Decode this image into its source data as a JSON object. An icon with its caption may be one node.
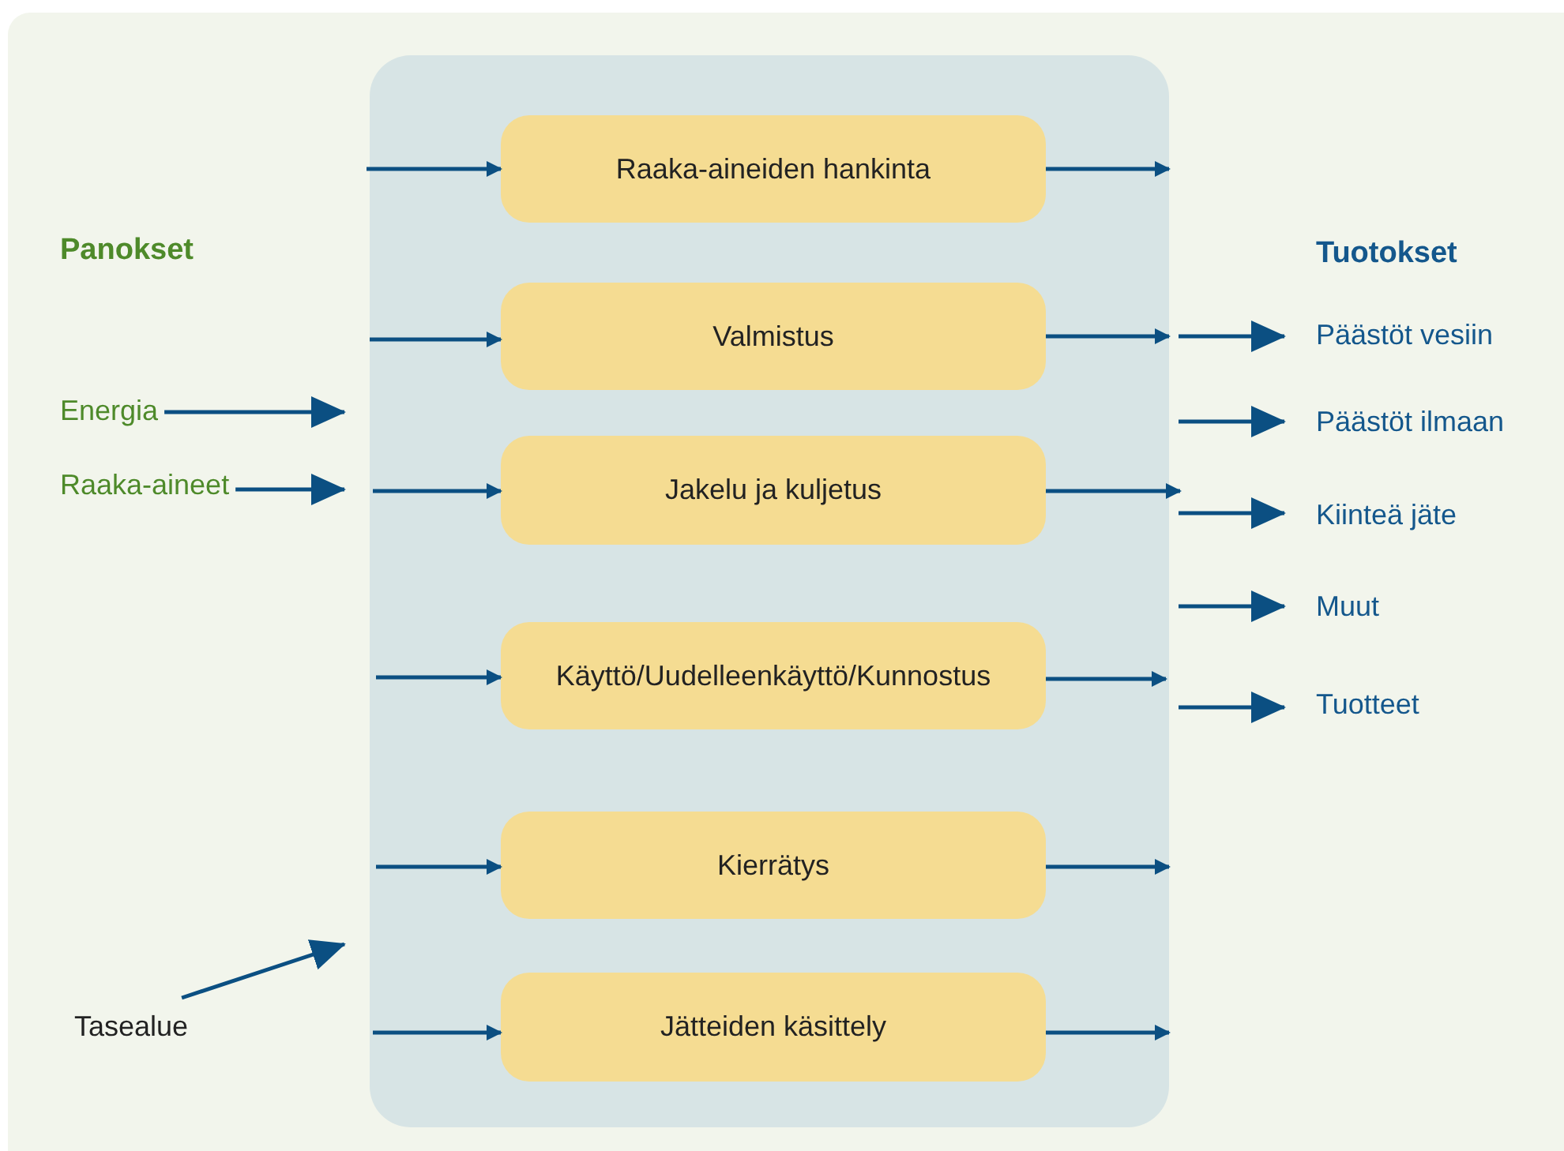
{
  "diagram": {
    "nodes": [
      {
        "text": [],
        "shape": "box"
      },
      {
        "text": [
          "Raaka-aineiden hankinta"
        ],
        "in": 0
      },
      {
        "text": [
          "Valmistus"
        ],
        "in": 0
      },
      {
        "text": [
          "Jakelu ja kuljetus"
        ],
        "in": 0
      },
      {
        "text": [
          "Käyttö/Uudelleenkäyttö/Kunnostus"
        ],
        "in": 0
      },
      {
        "text": [
          "Kierrätys"
        ],
        "in": 0
      },
      {
        "text": [
          "Jätteiden käsittely"
        ],
        "in": 0
      },
      {
        "text": [
          "Energia"
        ]
      },
      {
        "text": [
          "Raaka-aineet"
        ]
      },
      {
        "text": [
          "Tasealue"
        ]
      },
      {
        "text": [
          "Päästöt vesiin"
        ]
      },
      {
        "text": [
          "Päästöt ilmaan"
        ]
      },
      {
        "text": [
          "Kiinteä jäte"
        ]
      },
      {
        "text": [
          "Muut"
        ]
      },
      {
        "text": [
          "Tuotteet"
        ]
      }
    ],
    "edges": [
      {
        "from": null,
        "to": 1,
        "arrow": "to"
      },
      {
        "from": null,
        "to": 2,
        "arrow": "to"
      },
      {
        "from": null,
        "to": 3,
        "arrow": "to"
      },
      {
        "from": null,
        "to": 4,
        "arrow": "to"
      },
      {
        "from": null,
        "to": 5,
        "arrow": "to"
      },
      {
        "from": null,
        "to": 6,
        "arrow": "to"
      },
      {
        "from": 1,
        "to": null,
        "arrow": "to"
      },
      {
        "from": 2,
        "to": null,
        "arrow": "to"
      },
      {
        "from": 3,
        "to": null,
        "arrow": "to"
      },
      {
        "from": 4,
        "to": null,
        "arrow": "to"
      },
      {
        "from": 5,
        "to": null,
        "arrow": "to"
      },
      {
        "from": 6,
        "to": null,
        "arrow": "to"
      },
      {
        "from": 7,
        "to": 0,
        "arrow": "to"
      },
      {
        "from": 8,
        "to": 0,
        "arrow": "to"
      },
      {
        "from": 9,
        "to": 0,
        "arrow": "to"
      },
      {
        "from": 0,
        "to": 10,
        "arrow": "to"
      },
      {
        "from": 0,
        "to": 11,
        "arrow": "to"
      },
      {
        "from": 0,
        "to": 12,
        "arrow": "to"
      },
      {
        "from": 0,
        "to": 13,
        "arrow": "to"
      },
      {
        "from": 0,
        "to": 14,
        "arrow": "to"
      }
    ],
    "labels": [
      "Panokset",
      "Tuotokset"
    ]
  }
}
